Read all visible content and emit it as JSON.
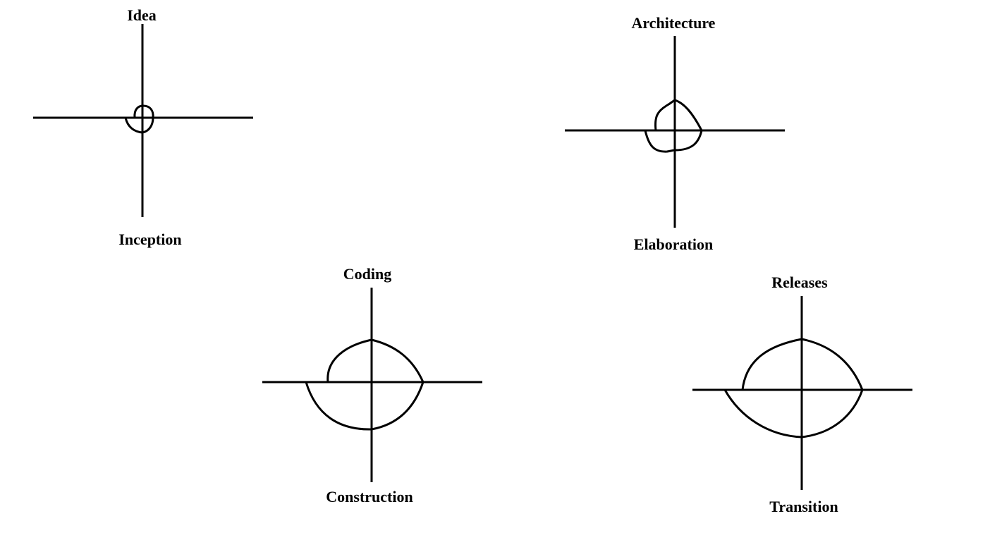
{
  "diagrams": [
    {
      "id": "inception",
      "top_label": "Idea",
      "bottom_label": "Inception"
    },
    {
      "id": "elaboration",
      "top_label": "Architecture",
      "bottom_label": "Elaboration"
    },
    {
      "id": "construction",
      "top_label": "Coding",
      "bottom_label": "Construction"
    },
    {
      "id": "transition",
      "top_label": "Releases",
      "bottom_label": "Transition"
    }
  ],
  "colors": {
    "stroke": "#000000",
    "background": "#ffffff"
  }
}
